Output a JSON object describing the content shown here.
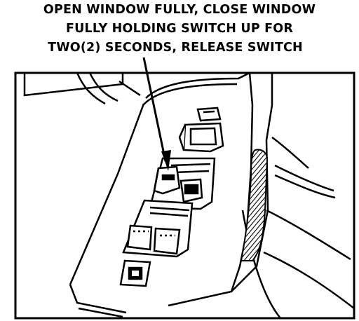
{
  "instruction": {
    "line1": "OPEN WINDOW FULLY, CLOSE WINDOW",
    "line2": "FULLY HOLDING SWITCH UP FOR",
    "line3": "TWO(2) SECONDS, RELEASE SWITCH"
  },
  "colors": {
    "ink": "#000000",
    "paper": "#ffffff",
    "shade": "#555555"
  }
}
